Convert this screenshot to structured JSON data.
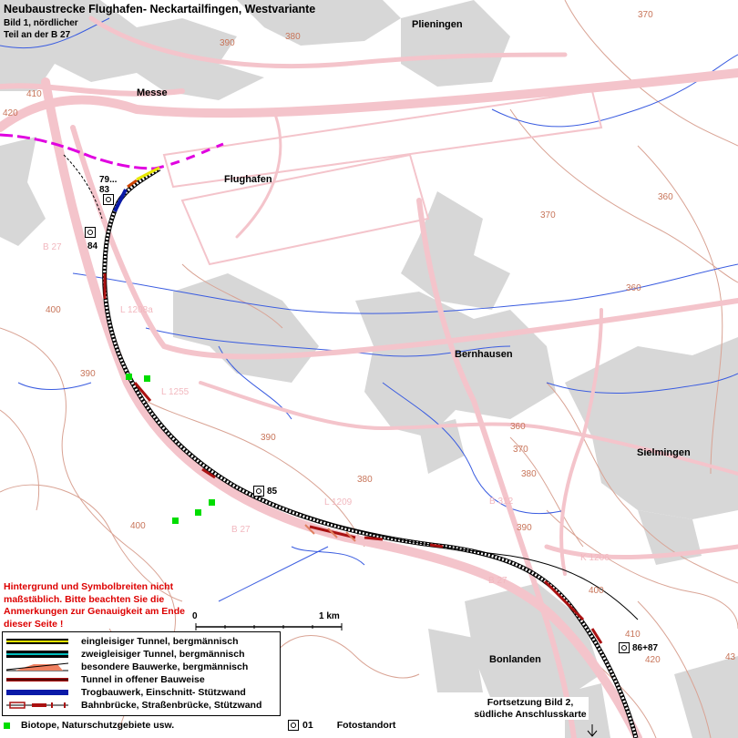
{
  "title": "Neubaustrecke Flughafen- Neckartailfingen, Westvariante",
  "subtitle_lines": [
    "Bild 1, nördlicher",
    "Teil an der B 27"
  ],
  "places": {
    "plieningen": "Plieningen",
    "messe": "Messe",
    "flughafen": "Flughafen",
    "bernhausen": "Bernhausen",
    "sielmingen": "Sielmingen",
    "bonlanden": "Bonlanden"
  },
  "contour_labels": [
    "420",
    "410",
    "390",
    "380",
    "370",
    "360",
    "370",
    "360",
    "400",
    "390",
    "390",
    "360",
    "370",
    "380",
    "390",
    "380",
    "400",
    "400",
    "410",
    "420",
    "43"
  ],
  "road_labels": [
    "B 27",
    "L 1208a",
    "L 1255",
    "L 1209",
    "B 312",
    "B 27",
    "B 27",
    "K 1206"
  ],
  "photo_points": [
    "79...\n83",
    "84",
    "85",
    "86+87"
  ],
  "note": "Hintergrund und Symbolbreiten nicht maßstäblich. Bitte beachten Sie die Anmerkungen zur Genauigkeit am Ende dieser Seite !",
  "scale": {
    "start": "0",
    "end": "1 km"
  },
  "legend": [
    "eingleisiger Tunnel, bergmännisch",
    "zweigleisiger Tunnel, bergmännisch",
    "besondere Bauwerke, bergmännisch",
    "Tunnel in offener Bauweise",
    "Trogbauwerk, Einschnitt- Stützwand",
    "Bahnbrücke, Straßenbrücke, Stützwand"
  ],
  "biotope_legend": "Biotope, Naturschutzgebiete usw.",
  "photo_legend": {
    "code": "01",
    "label": "Fotostandort"
  },
  "continuation": "Fortsetzung Bild 2, südliche Anschlusskarte",
  "colors": {
    "built_area": "#d7d7d7",
    "road": "#f4c4cb",
    "contour": "#d9a394",
    "water": "#3a5ce0",
    "track": "#000000",
    "tunnel_open": "#aa1111",
    "trough": "#0a1aa8",
    "existing_line": "#e000e0",
    "biotope": "#00dd00",
    "note": "#dd0000"
  }
}
